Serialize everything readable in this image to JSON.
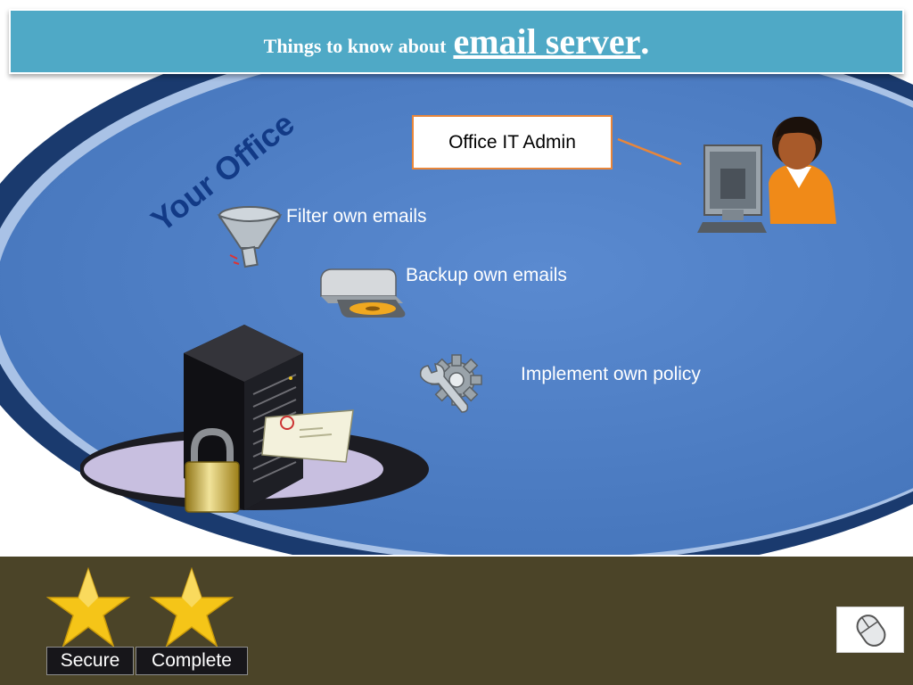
{
  "title": {
    "prefix": "Things to know about",
    "main": "email server",
    "suffix": "."
  },
  "office_label": "Your Office",
  "admin_label": "Office IT Admin",
  "features": [
    {
      "label": "Filter own emails",
      "icon": "funnel-icon"
    },
    {
      "label": "Backup own emails",
      "icon": "disk-drive-icon"
    },
    {
      "label": "Implement own policy",
      "icon": "gear-wrench-icon"
    }
  ],
  "badges": [
    {
      "label": "Secure",
      "icon": "star-icon"
    },
    {
      "label": "Complete",
      "icon": "star-icon"
    }
  ],
  "colors": {
    "ellipse_blue": "#4f7fc2",
    "ellipse_dark": "#1a3a6e",
    "title_bar": "#4fa9c6",
    "footer": "#4b4428",
    "star": "#f5c518",
    "admin_border": "#e8863a"
  },
  "icons": [
    "person-at-computer-icon",
    "server-rack-icon",
    "padlock-icon",
    "envelope-icon",
    "mouse-icon"
  ]
}
